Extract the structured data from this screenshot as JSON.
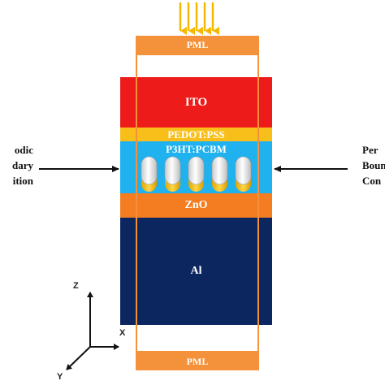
{
  "layers": {
    "ito": "ITO",
    "pedot": "PEDOT:PSS",
    "p3ht": "P3HT:PCBM",
    "zno": "ZnO",
    "al": "Al"
  },
  "pml": {
    "top": "PML",
    "bottom": "PML"
  },
  "left_boundary": {
    "line1": "odic",
    "line2": "dary",
    "line3": "ition"
  },
  "right_boundary": {
    "line1": "Per",
    "line2": "Boun",
    "line3": "Con"
  },
  "axes": {
    "z": "Z",
    "x": "X",
    "y": "Y"
  },
  "colors": {
    "ito": "#ee1b1b",
    "pedot": "#f8be1a",
    "p3ht": "#1fb2ee",
    "zno": "#f37d20",
    "al": "#0c2660",
    "pml": "#f4923c",
    "light_arrows": "#f5b800"
  },
  "nanorod_count": 5
}
